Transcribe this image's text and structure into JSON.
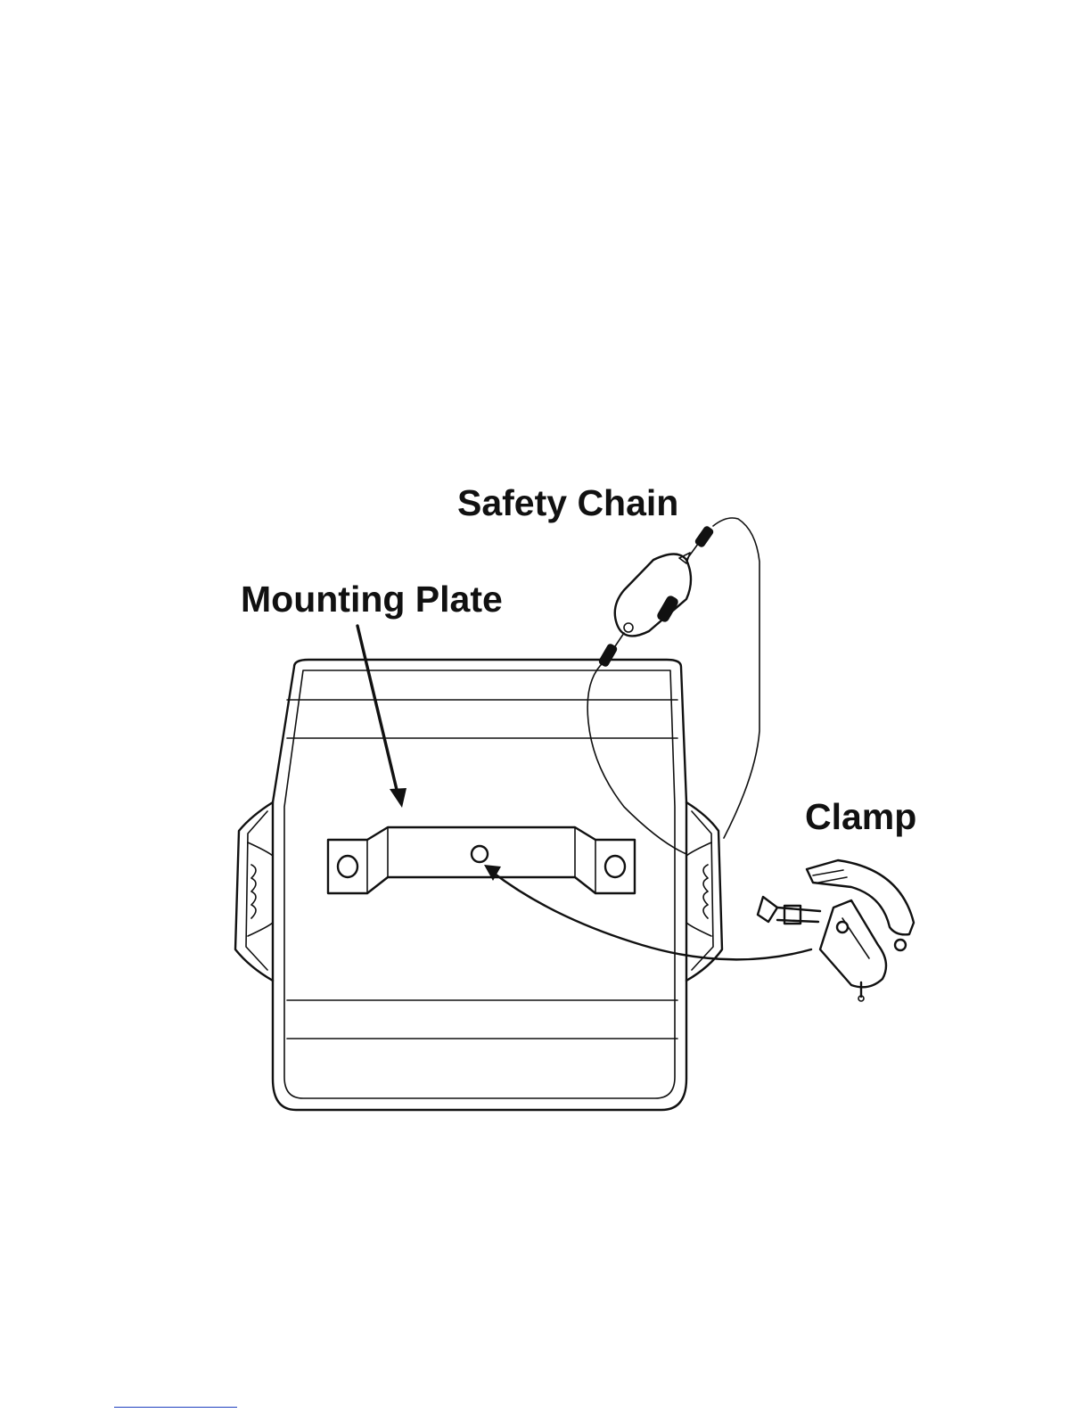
{
  "labels": {
    "safety_chain": "Safety Chain",
    "mounting_plate": "Mounting Plate",
    "clamp": "Clamp"
  },
  "colors": {
    "ink": "#111111",
    "background": "#ffffff",
    "footer_rule": "#1f3fbf"
  }
}
